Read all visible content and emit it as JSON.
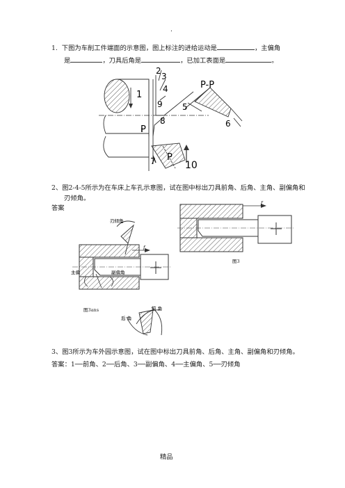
{
  "header_mark": ".",
  "q1": {
    "number": "1.",
    "line1_a": "下图为车削工件端面的示意图，图上标注的进给运动是",
    "line1_b": "，主偏角",
    "line2_a": "是",
    "line2_b": "，刀具后角是",
    "line2_c": "，已加工表面是",
    "line2_d": "。"
  },
  "fig1": {
    "labels": [
      "2",
      "3",
      "4",
      "1",
      "9",
      "5",
      "8",
      "P",
      "P-P",
      "6",
      "7",
      "P",
      "10"
    ]
  },
  "q2": {
    "line1": "2、图2-4-5所示为在车床上车孔示意图，试在图中标出刀具前角、后角、主角、副偏角和",
    "line2": "刃倾角。",
    "answer_label": "答案"
  },
  "fig2": {
    "caption_right": "图3",
    "caption_left": "图3ans",
    "labels": {
      "blade_incl": "刃倾角",
      "f_right": "f",
      "f_left": "f",
      "main_angle": "主偏",
      "secondary_angle": "副偏角",
      "back_angle": "后 角",
      "front_angle": "前 角"
    }
  },
  "q3": {
    "line1": "3、图3所示为车外园示意图，试在图中标出刀具前角、后角、主角、副偏角和刃倾角。",
    "answer": "答案：1──前角、2──后角、3──副偏角、4──主偏角、5──刃倾角"
  },
  "footer": "精品"
}
